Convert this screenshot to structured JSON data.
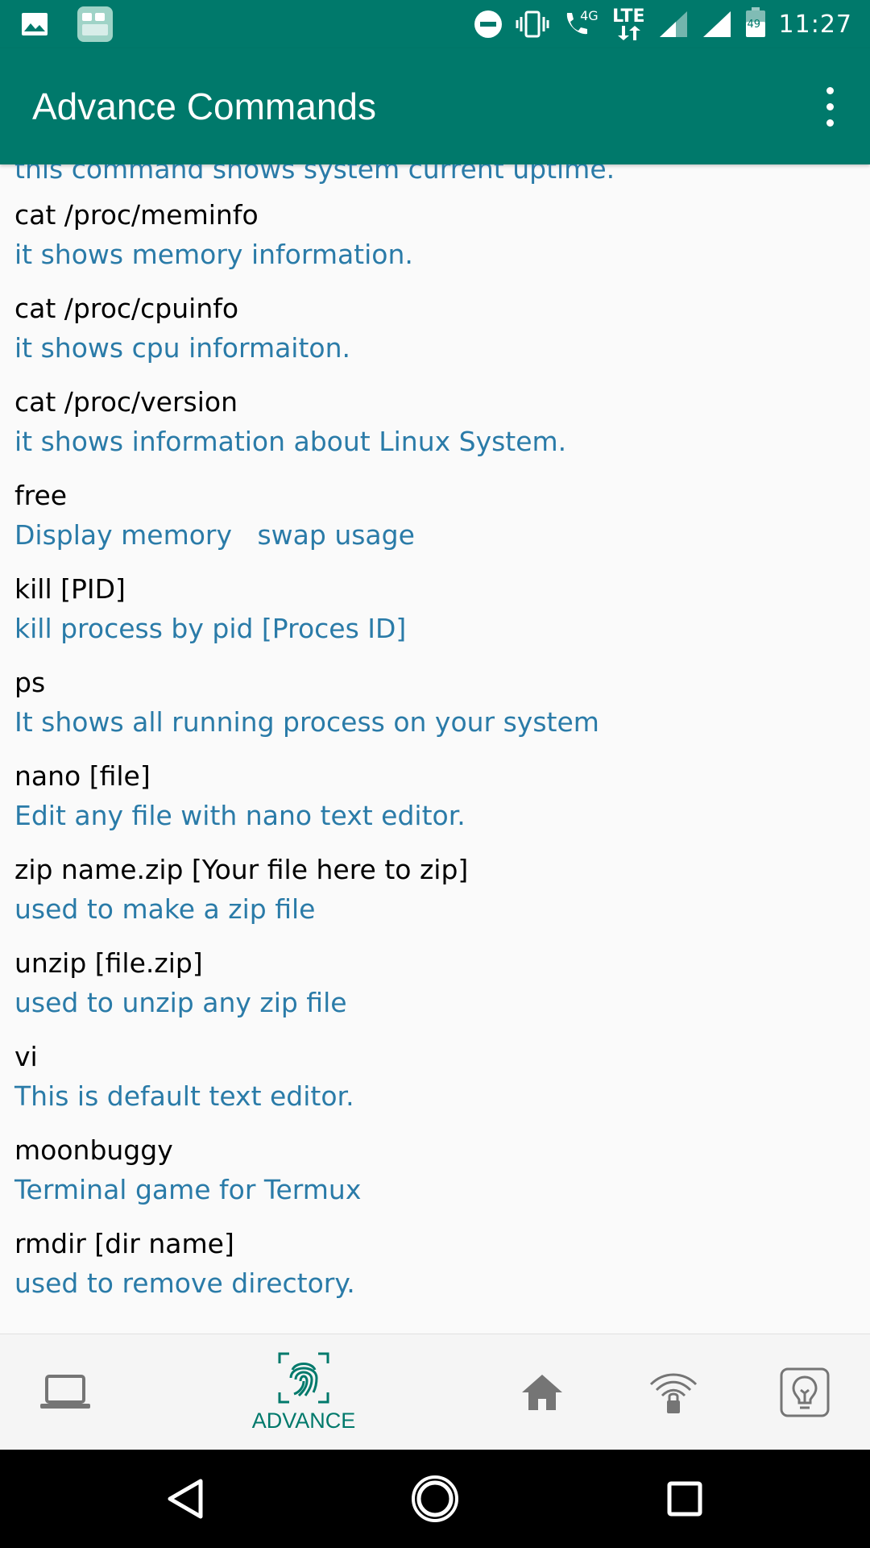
{
  "status_bar": {
    "time": "11:27",
    "network": "LTE",
    "network_sub": "4G",
    "battery_level": "49"
  },
  "app_bar": {
    "title": "Advance Commands"
  },
  "first_partial_desc": "this command shows system current uptime.",
  "commands": [
    {
      "name": "cat /proc/meminfo",
      "desc": "it shows memory information."
    },
    {
      "name": "cat /proc/cpuinfo",
      "desc": "it shows cpu informaiton."
    },
    {
      "name": "cat /proc/version",
      "desc": "it shows information about Linux System."
    },
    {
      "name": "free",
      "desc": "Display memory   swap usage"
    },
    {
      "name": "kill [PID]",
      "desc": "kill process by pid [Proces ID]"
    },
    {
      "name": "ps",
      "desc": "It shows all running process on your system"
    },
    {
      "name": "nano [file]",
      "desc": "Edit any file with nano text editor."
    },
    {
      "name": "zip name.zip [Your file here to zip]",
      "desc": "used to make a zip file"
    },
    {
      "name": "unzip [file.zip]",
      "desc": "used to unzip any zip file"
    },
    {
      "name": "vi",
      "desc": "This is default text editor."
    },
    {
      "name": "moonbuggy",
      "desc": "Terminal game for Termux"
    },
    {
      "name": "rmdir [dir name]",
      "desc": "used to remove directory."
    }
  ],
  "bottom_nav": {
    "items": [
      {
        "icon": "laptop-icon",
        "label": ""
      },
      {
        "icon": "fingerprint-icon",
        "label": "ADVANCE"
      },
      {
        "icon": "home-icon",
        "label": ""
      },
      {
        "icon": "wifi-lock-icon",
        "label": ""
      },
      {
        "icon": "lightbulb-icon",
        "label": ""
      }
    ],
    "active_index": 1
  },
  "colors": {
    "primary": "#00796b",
    "desc_text": "#2a7ba8",
    "background": "#fafafa"
  }
}
